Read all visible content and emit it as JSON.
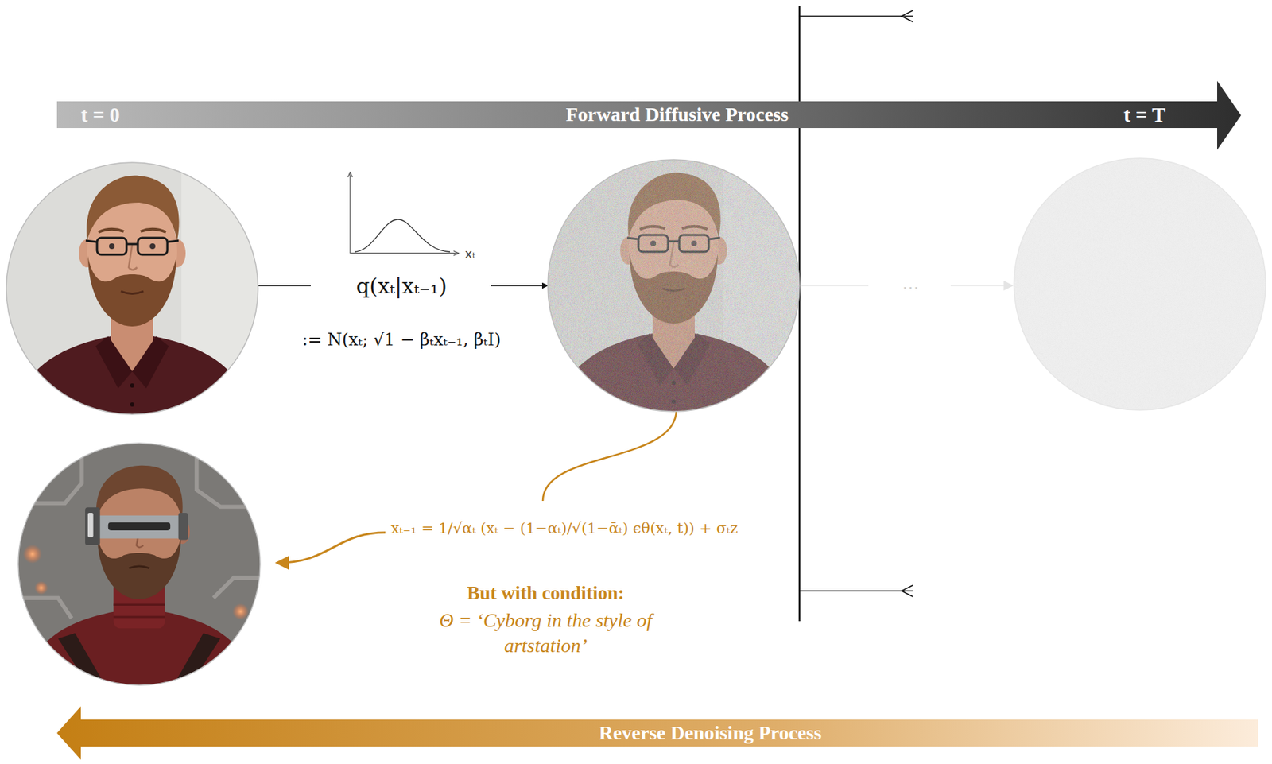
{
  "diagram": {
    "nodes": [
      {
        "text": [
          "t = 0",
          "Forward Diffusive Process",
          "t = T"
        ]
      },
      {
        "text": [
          "Reverse Denoising Process"
        ]
      }
    ],
    "labels": [
      "xₜ",
      "q(xₜ|xₜ₋₁)",
      ":= N(xₜ; √1 − βₜxₜ₋₁, βₜI)",
      "…",
      "xₜ₋₁ = 1/√αₜ (xₜ − (1−αₜ)/√(1−ᾱₜ) ϵθ(xₜ, t)) + σₜz",
      "But with condition:",
      "Θ = ‘Cyborg in the style of artstation’"
    ]
  }
}
